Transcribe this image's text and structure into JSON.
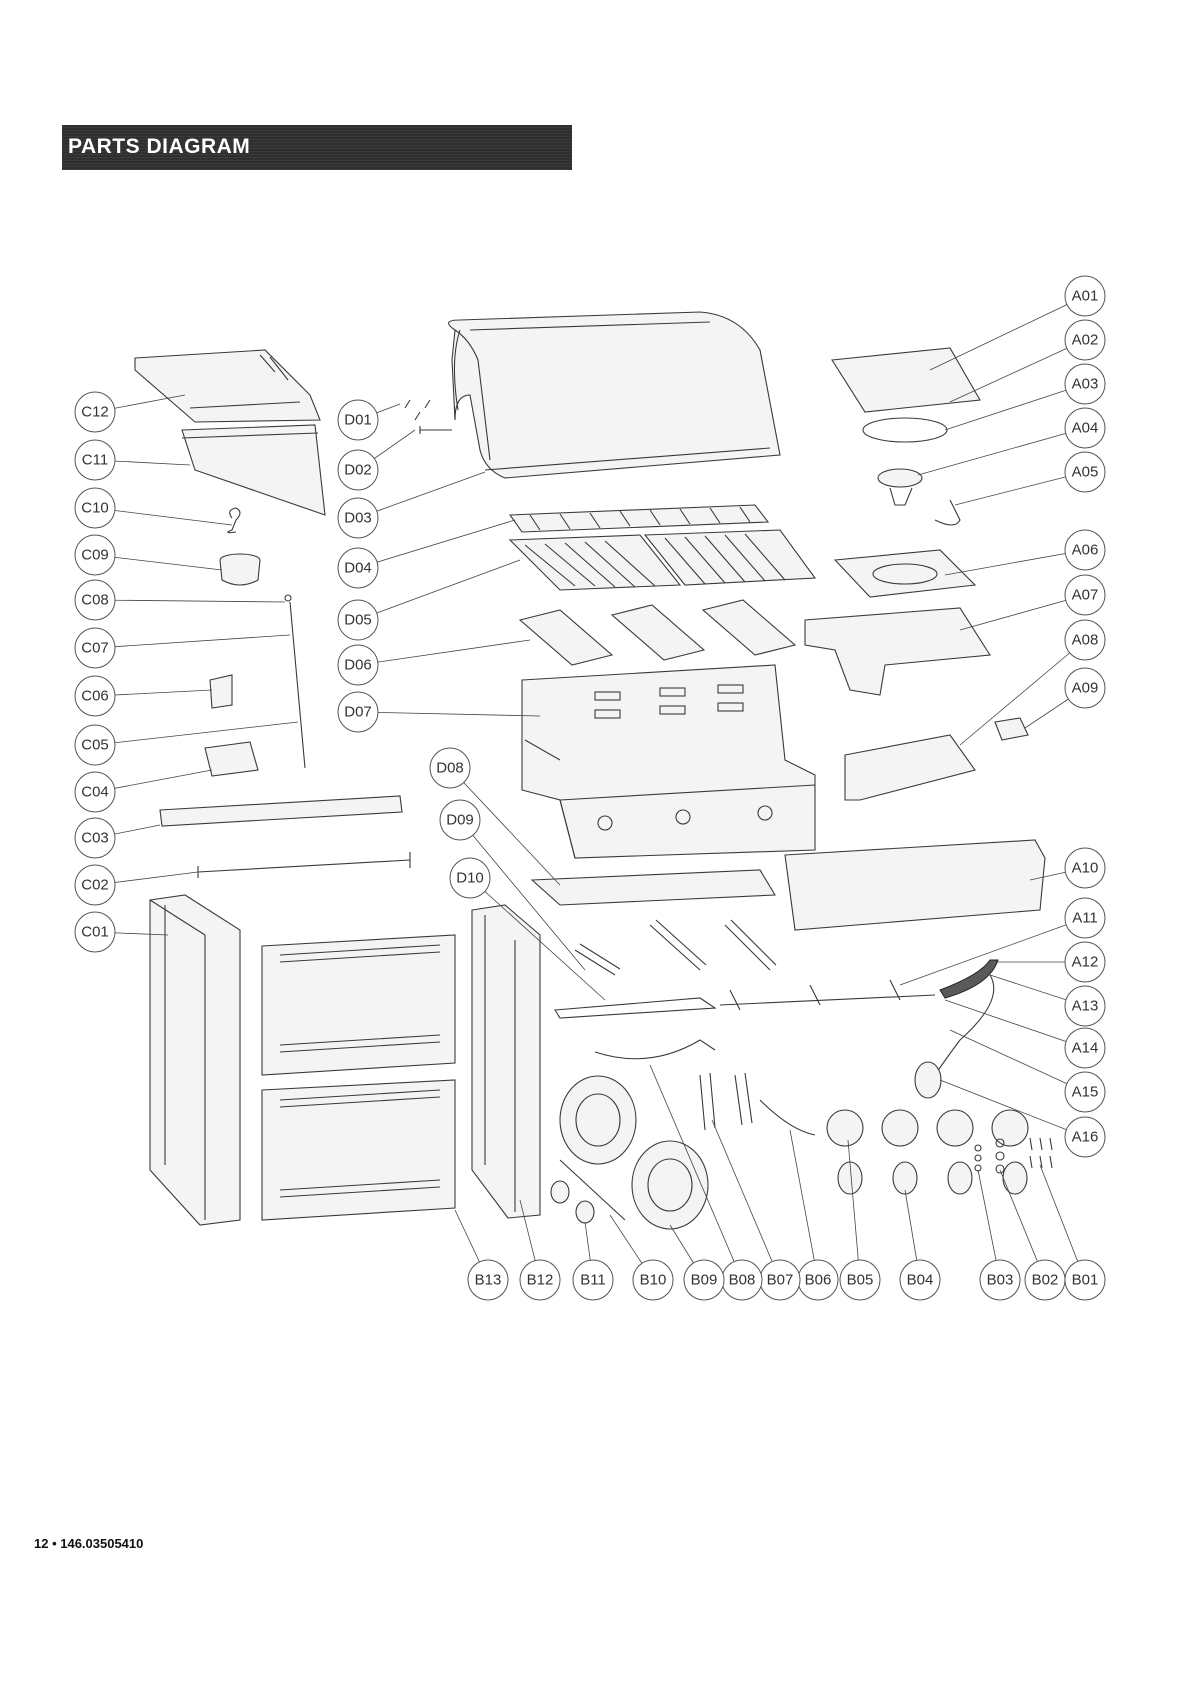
{
  "header": {
    "title": "PARTS DIAGRAM"
  },
  "footer": {
    "text": "12 • 146.03505410"
  },
  "callouts": {
    "A01": "A01",
    "A02": "A02",
    "A03": "A03",
    "A04": "A04",
    "A05": "A05",
    "A06": "A06",
    "A07": "A07",
    "A08": "A08",
    "A09": "A09",
    "A10": "A10",
    "A11": "A11",
    "A12": "A12",
    "A13": "A13",
    "A14": "A14",
    "A15": "A15",
    "A16": "A16",
    "B01": "B01",
    "B02": "B02",
    "B03": "B03",
    "B04": "B04",
    "B05": "B05",
    "B06": "B06",
    "B07": "B07",
    "B08": "B08",
    "B09": "B09",
    "B10": "B10",
    "B11": "B11",
    "B12": "B12",
    "B13": "B13",
    "C01": "C01",
    "C02": "C02",
    "C03": "C03",
    "C04": "C04",
    "C05": "C05",
    "C06": "C06",
    "C07": "C07",
    "C08": "C08",
    "C09": "C09",
    "C10": "C10",
    "C11": "C11",
    "C12": "C12",
    "D01": "D01",
    "D02": "D02",
    "D03": "D03",
    "D04": "D04",
    "D05": "D05",
    "D06": "D06",
    "D07": "D07",
    "D08": "D08",
    "D09": "D09",
    "D10": "D10"
  }
}
